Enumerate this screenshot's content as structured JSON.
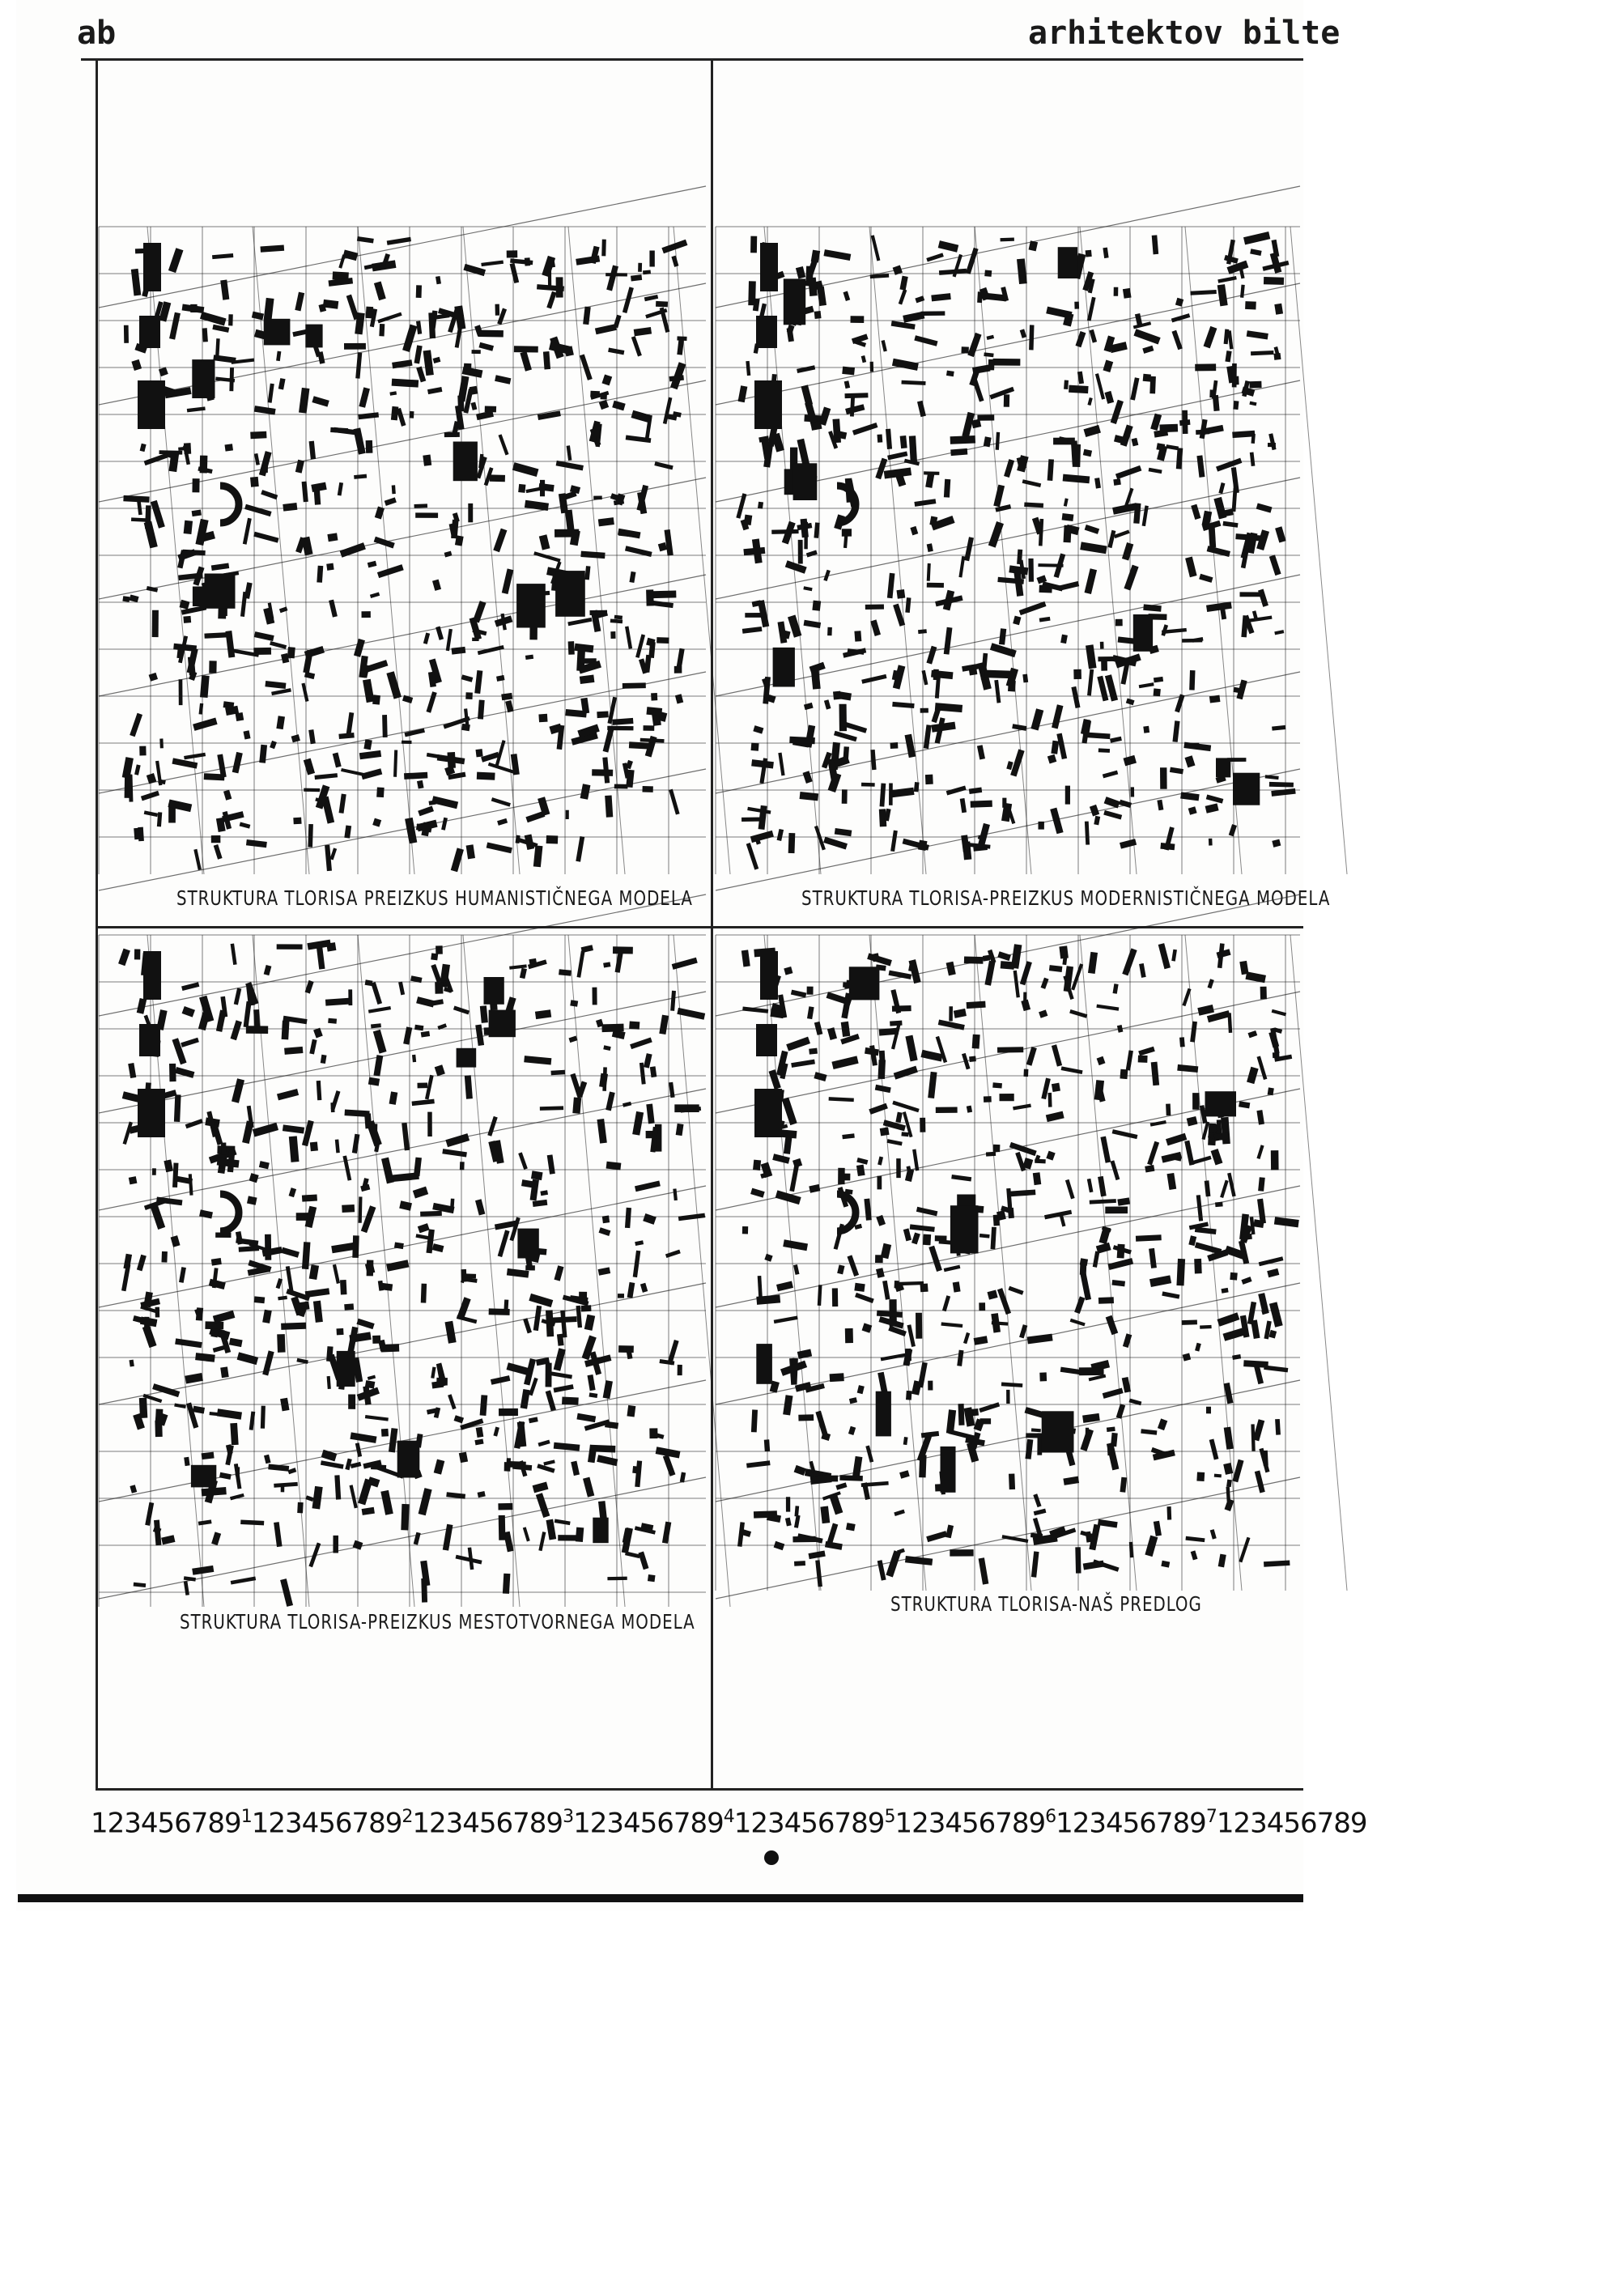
{
  "header": {
    "left_label": "ab",
    "right_label": "arhitektov bilte"
  },
  "panels": [
    {
      "caption": "STRUKTURA TLORISA PREIZKUS HUMANISTIČNEGA MODELA"
    },
    {
      "caption": "STRUKTURA TLORISA-PREIZKUS MODERNISTIČNEGA MODELA"
    },
    {
      "caption": "STRUKTURA TLORISA-PREIZKUS MESTOTVORNEGA MODELA"
    },
    {
      "caption": "STRUKTURA TLORISA-NAŠ PREDLOG"
    }
  ],
  "ruler": {
    "segments": [
      "123456789",
      "1",
      "123456789",
      "2",
      "123456789",
      "3",
      "123456789",
      "4",
      "123456789",
      "5",
      "123456789",
      "6",
      "123456789",
      "7",
      "123456789"
    ]
  },
  "colors": {
    "ink": "#111111",
    "paper": "#fdfdfc"
  }
}
